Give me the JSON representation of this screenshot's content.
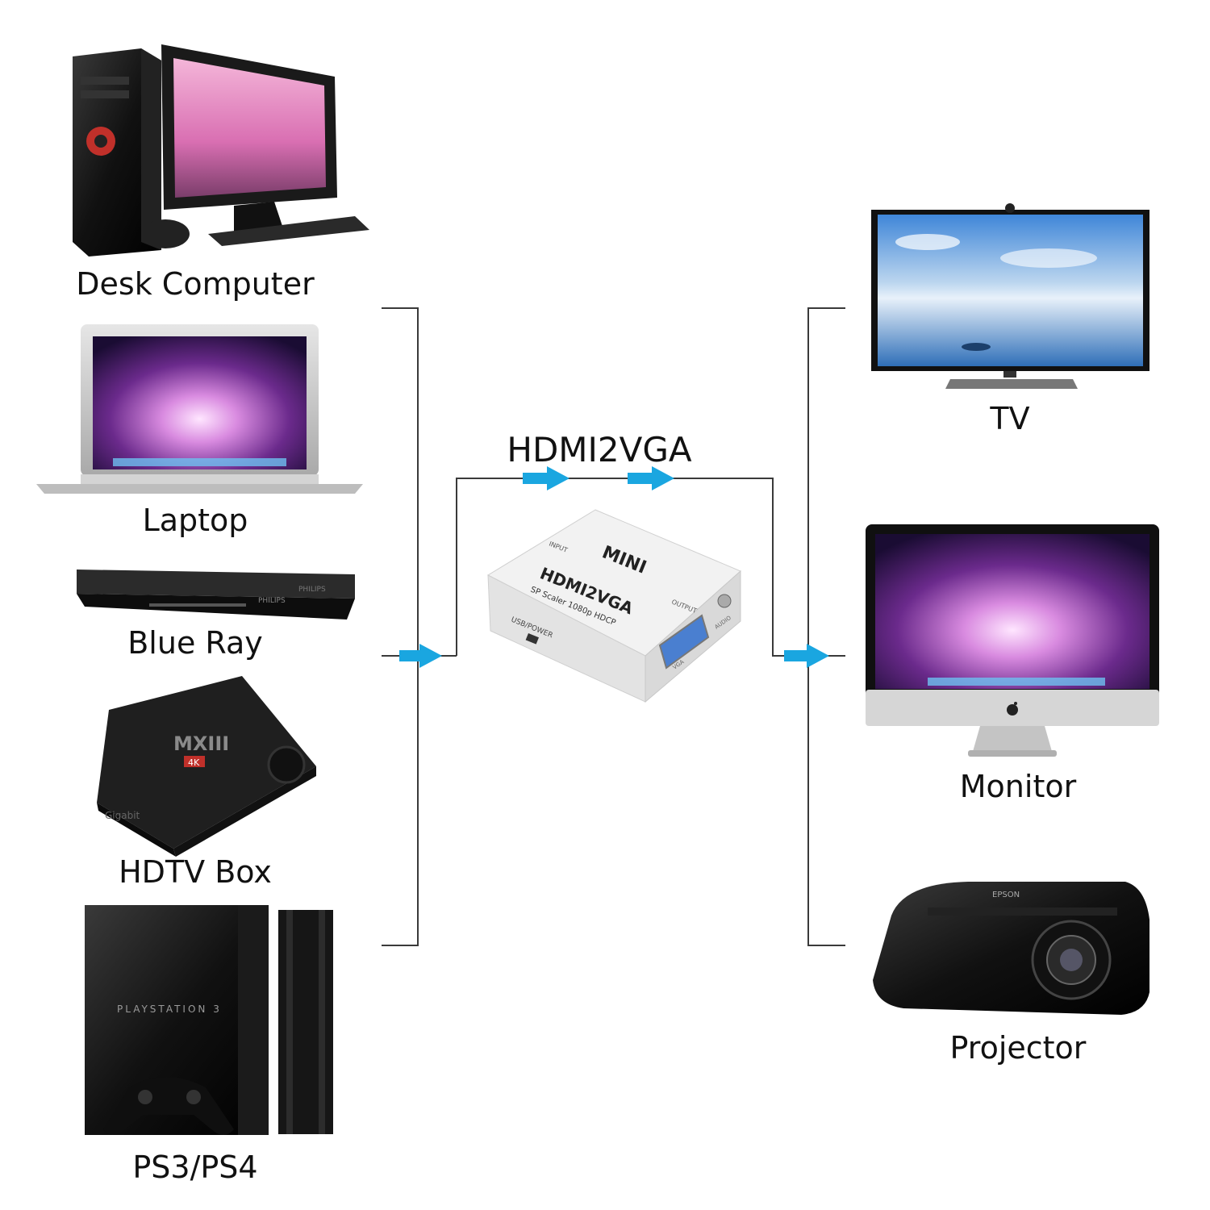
{
  "title": "HDMI2VGA",
  "sources": [
    {
      "id": "desk-computer",
      "label": "Desk Computer"
    },
    {
      "id": "laptop",
      "label": "Laptop"
    },
    {
      "id": "blue-ray",
      "label": "Blue Ray"
    },
    {
      "id": "hdtv-box",
      "label": "HDTV Box"
    },
    {
      "id": "ps3-ps4",
      "label": "PS3/PS4"
    }
  ],
  "outputs": [
    {
      "id": "tv",
      "label": "TV"
    },
    {
      "id": "monitor",
      "label": "Monitor"
    },
    {
      "id": "projector",
      "label": "Projector"
    }
  ],
  "adapter": {
    "top_text": "MINI",
    "model_text": "HDMI2VGA",
    "sub_text": "SP Scaler 1080p HDCP",
    "usb_text": "USB/POWER",
    "output_text": "OUTPUT",
    "input_text": "INPUT",
    "audio_text": "AUDIO",
    "vga_text": "VGA"
  },
  "device_marks": {
    "player_brand": "PHILIPS",
    "player_brand2": "PHILIPS",
    "box_brand": "MXIII",
    "box_badge": "4K",
    "box_corner": "Gigabit",
    "console_name": "PLAYSTATION 3",
    "projector_brand": "EPSON"
  },
  "colors": {
    "line": "#3a3a3a",
    "arrow": "#1aa6e0",
    "text": "#111111"
  },
  "icons": {
    "arrow": "right-arrow-icon",
    "apple": "apple-logo-icon"
  }
}
